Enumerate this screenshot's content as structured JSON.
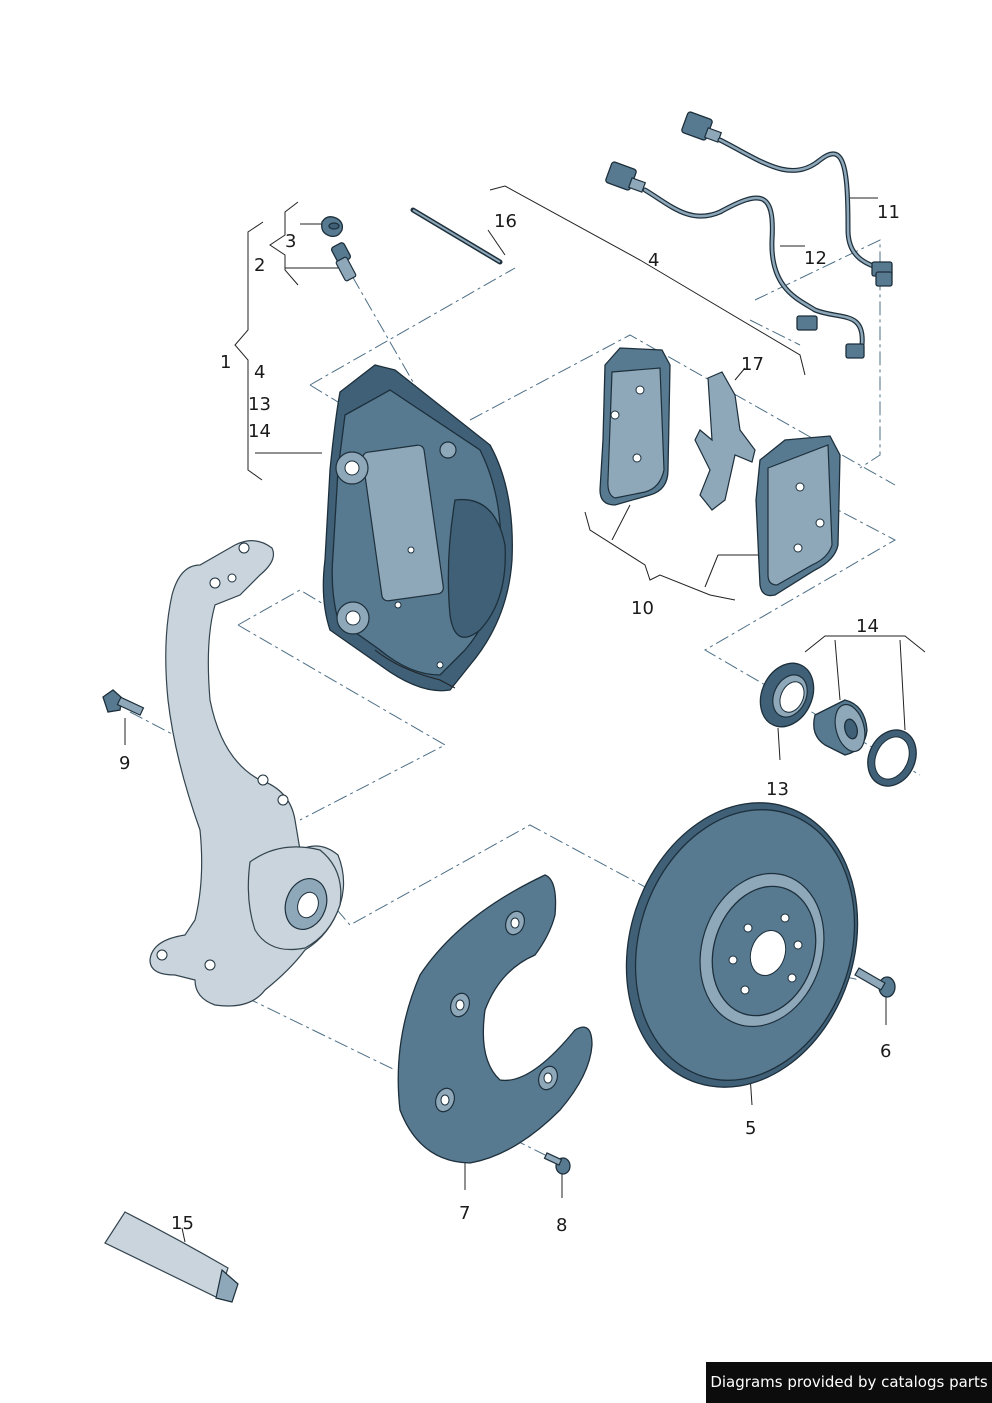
{
  "callouts": {
    "c1": "1",
    "c2": "2",
    "c3": "3",
    "c4a": "4",
    "c4b": "4",
    "c5": "5",
    "c6": "6",
    "c7": "7",
    "c8": "8",
    "c9": "9",
    "c10": "10",
    "c11": "11",
    "c12": "12",
    "c13a": "13",
    "c13b": "13",
    "c14a": "14",
    "c14b": "14",
    "c15": "15",
    "c16": "16",
    "c17": "17"
  },
  "credit": "Diagrams provided by catalogs parts",
  "colors": {
    "part_fill": "#577a91",
    "part_outline": "#1d2f3b",
    "knuckle_fill": "#c9d4dc",
    "guide_line": "#4d6f86",
    "credit_bg": "#0c0c0c"
  }
}
